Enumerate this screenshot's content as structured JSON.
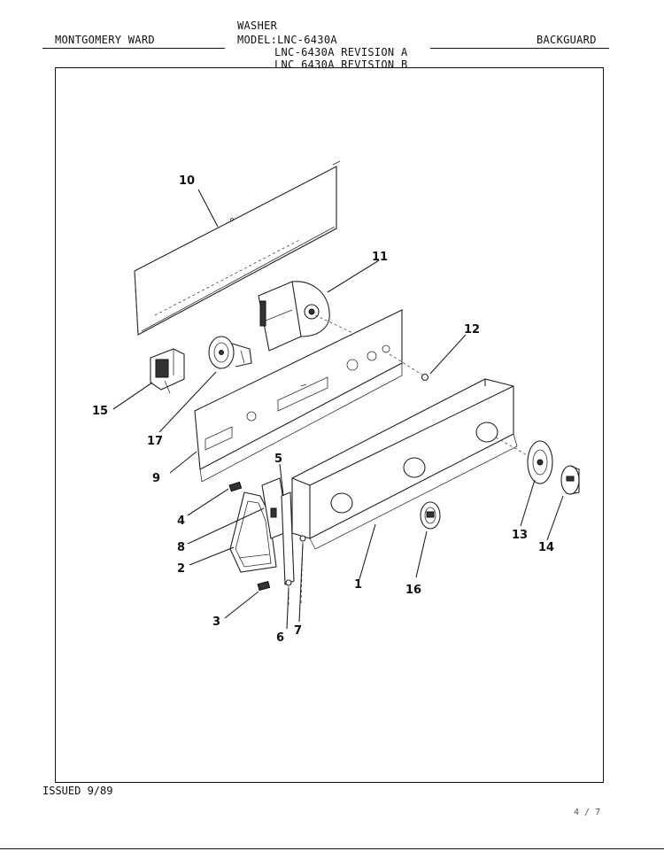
{
  "header": {
    "brand": "MONTGOMERY WARD",
    "product": "WASHER",
    "model_line": "MODEL:LNC-6430A",
    "revision_a": "LNC-6430A REVISION A",
    "revision_b": "LNC 6430A REVISION B",
    "section": "BACKGUARD"
  },
  "callouts": [
    {
      "num": "1"
    },
    {
      "num": "2"
    },
    {
      "num": "3"
    },
    {
      "num": "4"
    },
    {
      "num": "5"
    },
    {
      "num": "6"
    },
    {
      "num": "7"
    },
    {
      "num": "8"
    },
    {
      "num": "9"
    },
    {
      "num": "10"
    },
    {
      "num": "11"
    },
    {
      "num": "12"
    },
    {
      "num": "13"
    },
    {
      "num": "14"
    },
    {
      "num": "15"
    },
    {
      "num": "16"
    },
    {
      "num": "17"
    }
  ],
  "footer": {
    "issued": "ISSUED 9/89",
    "mark": "4 / 7"
  }
}
